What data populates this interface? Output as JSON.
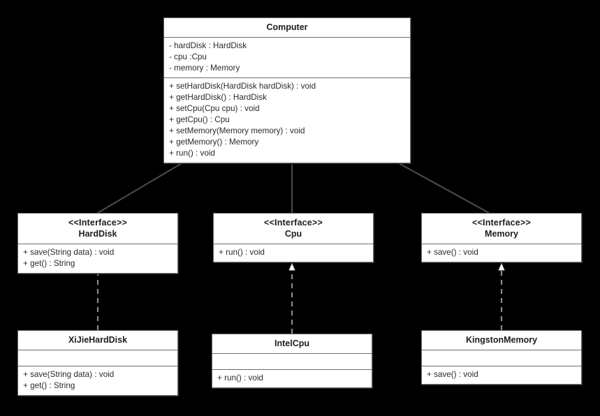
{
  "diagram": {
    "kind": "uml-class-diagram",
    "background_color": "#000000",
    "box_fill": "#ffffff",
    "box_border_color": "#6b6b6b",
    "text_color": "#2b2b2b"
  },
  "classes": {
    "computer": {
      "name": "Computer",
      "stereotype": "",
      "attributes": [
        "- hardDisk : HardDisk",
        "- cpu :Cpu",
        "- memory : Memory"
      ],
      "methods": [
        "+ setHardDisk(HardDisk hardDisk) : void",
        "+ getHardDisk() : HardDisk",
        "+ setCpu(Cpu cpu) : void",
        "+ getCpu() : Cpu",
        "+ setMemory(Memory memory) : void",
        "+ getMemory() : Memory",
        "+ run() : void"
      ]
    },
    "harddisk": {
      "stereotype": "<<Interface>>",
      "name": "HardDisk",
      "attributes": [],
      "methods": [
        "+ save(String data) : void",
        "+ get() : String"
      ]
    },
    "cpu": {
      "stereotype": "<<Interface>>",
      "name": "Cpu",
      "attributes": [],
      "methods": [
        "+ run() : void"
      ]
    },
    "memory": {
      "stereotype": "<<Interface>>",
      "name": "Memory",
      "attributes": [],
      "methods": [
        "+ save() : void"
      ]
    },
    "xijieharddisk": {
      "stereotype": "",
      "name": "XiJieHardDisk",
      "attributes": [],
      "methods": [
        "+ save(String data) : void",
        "+ get() : String"
      ]
    },
    "intelcpu": {
      "stereotype": "",
      "name": "IntelCpu",
      "attributes": [],
      "methods": [
        "+ run() : void"
      ]
    },
    "kingstonmemory": {
      "stereotype": "",
      "name": "KingstonMemory",
      "attributes": [],
      "methods": [
        "+ save() : void"
      ]
    }
  },
  "relationships": [
    {
      "type": "aggregation",
      "from": "Computer",
      "to": "HardDisk",
      "marker": "filled-diamond"
    },
    {
      "type": "aggregation",
      "from": "Computer",
      "to": "Cpu",
      "marker": "filled-diamond"
    },
    {
      "type": "aggregation",
      "from": "Computer",
      "to": "Memory",
      "marker": "filled-diamond"
    },
    {
      "type": "realization",
      "from": "XiJieHardDisk",
      "to": "HardDisk",
      "marker": "hollow-triangle",
      "line": "dashed"
    },
    {
      "type": "realization",
      "from": "IntelCpu",
      "to": "Cpu",
      "marker": "hollow-triangle",
      "line": "dashed"
    },
    {
      "type": "realization",
      "from": "KingstonMemory",
      "to": "Memory",
      "marker": "hollow-triangle",
      "line": "dashed"
    }
  ]
}
